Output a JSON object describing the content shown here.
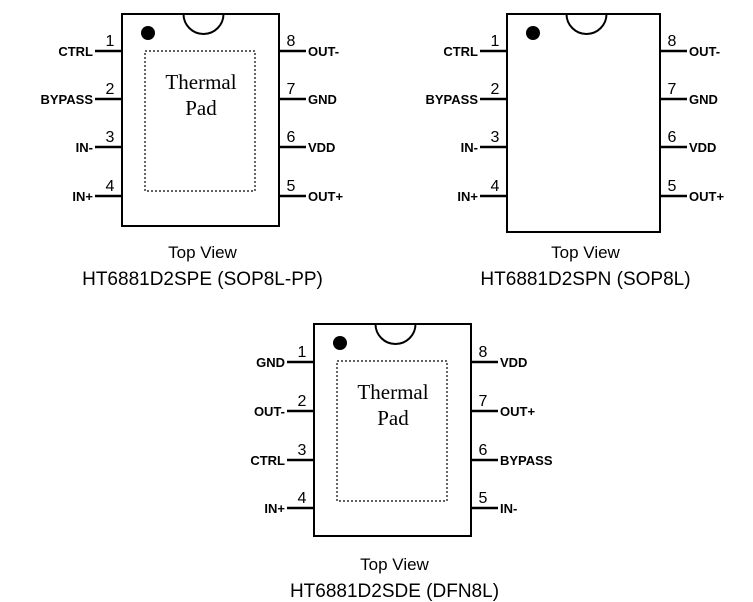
{
  "packages": [
    {
      "id": "sope",
      "caption_view": "Top View",
      "caption_part": "HT6881D2SPE (SOP8L-PP)",
      "thermal_pad": [
        "Thermal",
        "Pad"
      ],
      "left_pins": [
        {
          "num": "1",
          "name": "CTRL"
        },
        {
          "num": "2",
          "name": "BYPASS"
        },
        {
          "num": "3",
          "name": "IN-"
        },
        {
          "num": "4",
          "name": "IN+"
        }
      ],
      "right_pins": [
        {
          "num": "8",
          "name": "OUT-"
        },
        {
          "num": "7",
          "name": "GND"
        },
        {
          "num": "6",
          "name": "VDD"
        },
        {
          "num": "5",
          "name": "OUT+"
        }
      ]
    },
    {
      "id": "sopn",
      "caption_view": "Top View",
      "caption_part": "HT6881D2SPN (SOP8L)",
      "thermal_pad": null,
      "left_pins": [
        {
          "num": "1",
          "name": "CTRL"
        },
        {
          "num": "2",
          "name": "BYPASS"
        },
        {
          "num": "3",
          "name": "IN-"
        },
        {
          "num": "4",
          "name": "IN+"
        }
      ],
      "right_pins": [
        {
          "num": "8",
          "name": "OUT-"
        },
        {
          "num": "7",
          "name": "GND"
        },
        {
          "num": "6",
          "name": "VDD"
        },
        {
          "num": "5",
          "name": "OUT+"
        }
      ]
    },
    {
      "id": "dfn",
      "caption_view": "Top View",
      "caption_part": "HT6881D2SDE (DFN8L)",
      "thermal_pad": [
        "Thermal",
        "Pad"
      ],
      "left_pins": [
        {
          "num": "1",
          "name": "GND"
        },
        {
          "num": "2",
          "name": "OUT-"
        },
        {
          "num": "3",
          "name": "CTRL"
        },
        {
          "num": "4",
          "name": "IN+"
        }
      ],
      "right_pins": [
        {
          "num": "8",
          "name": "VDD"
        },
        {
          "num": "7",
          "name": "OUT+"
        },
        {
          "num": "6",
          "name": "BYPASS"
        },
        {
          "num": "5",
          "name": "IN-"
        }
      ]
    }
  ]
}
